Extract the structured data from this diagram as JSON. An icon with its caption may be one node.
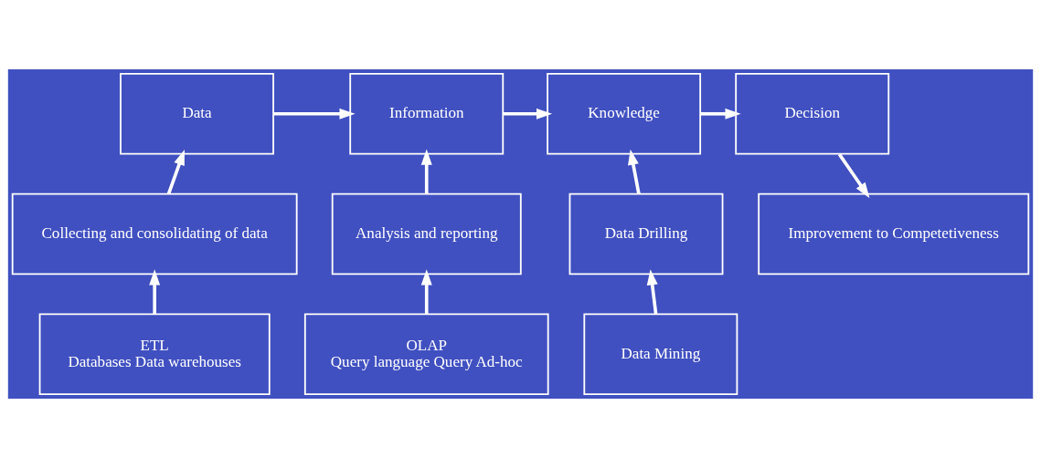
{
  "diagram": {
    "nodes": [
      {
        "text": [
          "Data"
        ]
      },
      {
        "text": [
          "Information"
        ]
      },
      {
        "text": [
          "Knowledge"
        ]
      },
      {
        "text": [
          "Decision"
        ]
      },
      {
        "text": [
          "Improvement to Competetiveness"
        ]
      },
      {
        "text": [
          "Collecting and consolidating of data"
        ]
      },
      {
        "text": [
          "Analysis and reporting"
        ]
      },
      {
        "text": [
          "Data Drilling"
        ]
      },
      {
        "text": [
          "ETL",
          "Databases Data warehouses"
        ]
      },
      {
        "text": [
          "OLAP",
          "Query language Query Ad-hoc"
        ]
      },
      {
        "text": [
          "Data Mining"
        ]
      }
    ],
    "edges": [
      {
        "from": 0,
        "to": 1,
        "arrow": "to"
      },
      {
        "from": 1,
        "to": 2,
        "arrow": "to"
      },
      {
        "from": 2,
        "to": 3,
        "arrow": "to"
      },
      {
        "from": 3,
        "to": 4,
        "arrow": "to"
      },
      {
        "from": 5,
        "to": 0,
        "arrow": "to"
      },
      {
        "from": 6,
        "to": 1,
        "arrow": "to"
      },
      {
        "from": 7,
        "to": 2,
        "arrow": "to"
      },
      {
        "from": 8,
        "to": 5,
        "arrow": "to"
      },
      {
        "from": 9,
        "to": 6,
        "arrow": "to"
      },
      {
        "from": 10,
        "to": 7,
        "arrow": "to"
      }
    ]
  }
}
